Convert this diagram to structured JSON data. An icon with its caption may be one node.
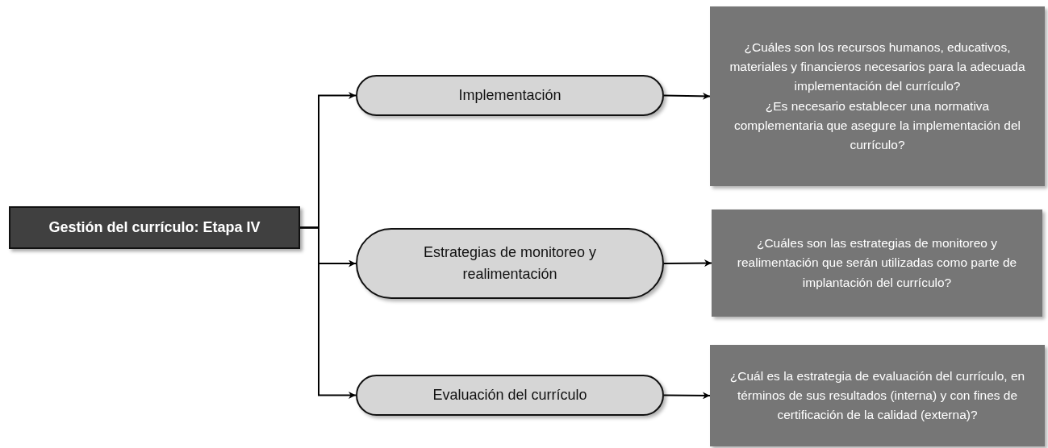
{
  "diagram": {
    "nodes": [
      {
        "text": [
          "Gestión del currículo: Etapa IV"
        ]
      },
      {
        "text": [
          "Implementación"
        ]
      },
      {
        "text": [
          "Estrategias de monitoreo y realimentación"
        ]
      },
      {
        "text": [
          "Evaluación del currículo"
        ]
      },
      {
        "text": [
          "¿Cuáles son los recursos humanos, educativos, materiales y financieros necesarios para la adecuada implementación del currículo?",
          "¿Es necesario establecer una normativa complementaria que asegure la implementación del currículo?"
        ]
      },
      {
        "text": [
          "¿Cuáles son las estrategias de monitoreo y realimentación que serán utilizadas como parte de implantación del currículo?"
        ]
      },
      {
        "text": [
          "¿Cuál es la estrategia de evaluación del currículo, en términos de sus resultados (interna) y con fines de certificación de la calidad (externa)?"
        ]
      }
    ],
    "edges": [
      {
        "from": 0,
        "to": 1,
        "arrow": "to"
      },
      {
        "from": 0,
        "to": 2,
        "arrow": "to"
      },
      {
        "from": 0,
        "to": 3,
        "arrow": "to"
      },
      {
        "from": 1,
        "to": 4,
        "arrow": "to"
      },
      {
        "from": 2,
        "to": 5,
        "arrow": "to"
      },
      {
        "from": 3,
        "to": 6,
        "arrow": "to"
      }
    ]
  }
}
